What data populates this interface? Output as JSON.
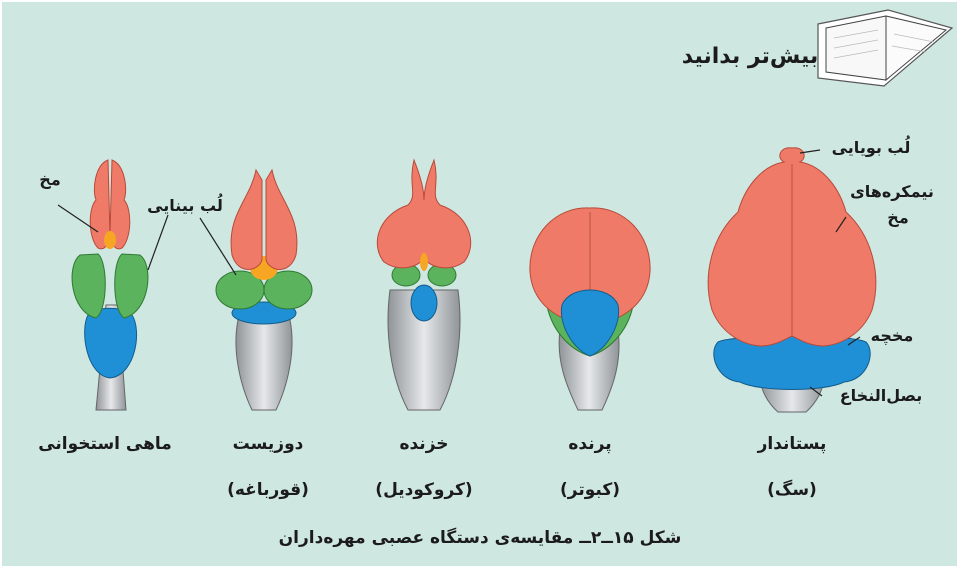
{
  "header": {
    "title": "بیش‌تر بدانید",
    "icon": "open-book-icon"
  },
  "callouts": {
    "fish_brain": "مخ",
    "optic_lobe": "لُب بینایی",
    "olfactory_lobe": "لُب بویایی",
    "hemispheres_line1": "نیمکره‌های",
    "hemispheres_line2": "مخ",
    "cerebellum": "مخچه",
    "medulla": "بصل‌النخاع"
  },
  "animals": [
    {
      "name": "ماهی استخوانی",
      "sub": ""
    },
    {
      "name": "دوزیست",
      "sub": "(قورباغه)"
    },
    {
      "name": "خزنده",
      "sub": "(کروکودیل)"
    },
    {
      "name": "پرنده",
      "sub": "(کبوتر)"
    },
    {
      "name": "پستاندار",
      "sub": "(سگ)"
    }
  ],
  "caption": "شکل ۱۵ــ۲ــ مقایسه‌ی دستگاه عصبی مهره‌داران",
  "colors": {
    "background": "#cfe7e1",
    "cerebrum": "#ef7a68",
    "optic": "#5bb35d",
    "cerebellum": "#1f8fd6",
    "stem": "#b8bcbf",
    "accent": "#f6a623"
  }
}
